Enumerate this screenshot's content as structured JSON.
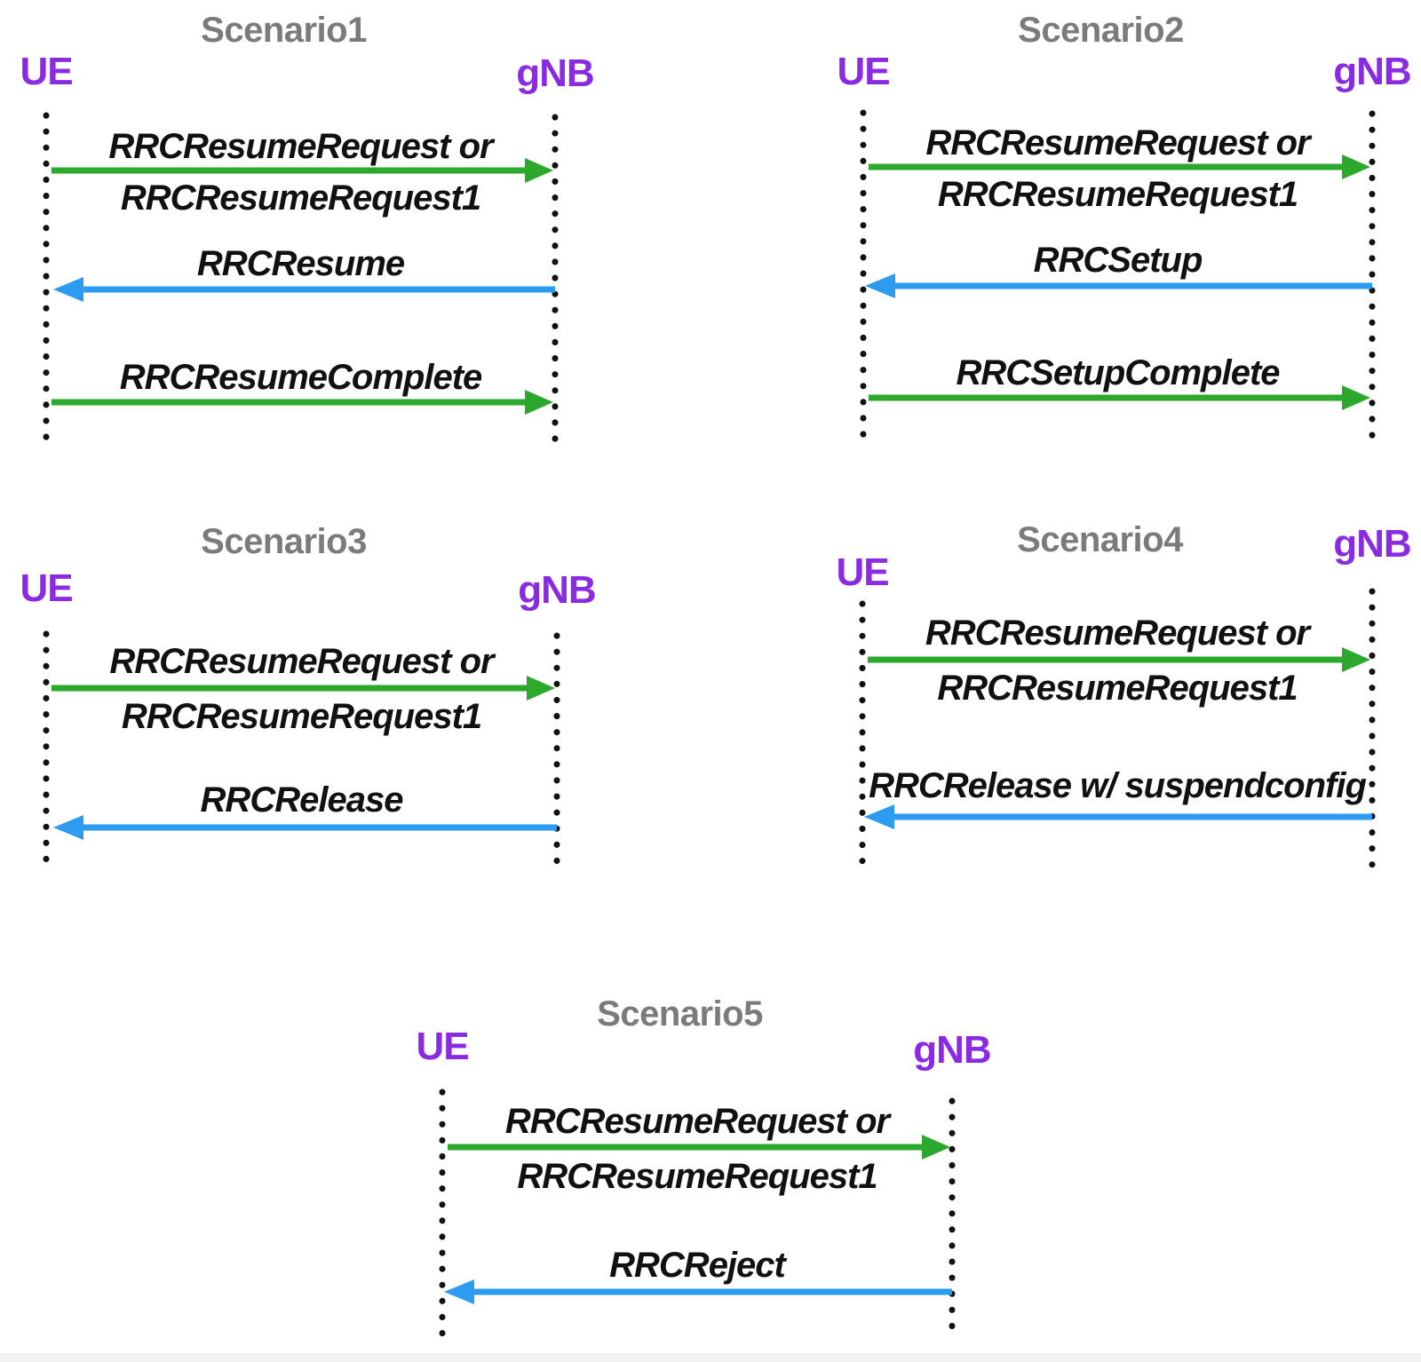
{
  "colors": {
    "arrow-green": "#2CA82C",
    "arrow-blue": "#2D9BF0",
    "actor-purple": "#8A2BE2",
    "title-gray": "#7B7B7B",
    "text-black": "#111111"
  },
  "scenarios": [
    {
      "title": "Scenario1",
      "ue_label": "UE",
      "gnb_label": "gNB",
      "messages": [
        {
          "line1": "RRCResumeRequest or",
          "line2": "RRCResumeRequest1",
          "from": "UE",
          "to": "gNB",
          "color": "green"
        },
        {
          "line1": "RRCResume",
          "from": "gNB",
          "to": "UE",
          "color": "blue"
        },
        {
          "line1": "RRCResumeComplete",
          "from": "UE",
          "to": "gNB",
          "color": "green"
        }
      ]
    },
    {
      "title": "Scenario2",
      "ue_label": "UE",
      "gnb_label": "gNB",
      "messages": [
        {
          "line1": "RRCResumeRequest or",
          "line2": "RRCResumeRequest1",
          "from": "UE",
          "to": "gNB",
          "color": "green"
        },
        {
          "line1": "RRCSetup",
          "from": "gNB",
          "to": "UE",
          "color": "blue"
        },
        {
          "line1": "RRCSetupComplete",
          "from": "UE",
          "to": "gNB",
          "color": "green"
        }
      ]
    },
    {
      "title": "Scenario3",
      "ue_label": "UE",
      "gnb_label": "gNB",
      "messages": [
        {
          "line1": "RRCResumeRequest or",
          "line2": "RRCResumeRequest1",
          "from": "UE",
          "to": "gNB",
          "color": "green"
        },
        {
          "line1": "RRCRelease",
          "from": "gNB",
          "to": "UE",
          "color": "blue"
        }
      ]
    },
    {
      "title": "Scenario4",
      "ue_label": "UE",
      "gnb_label": "gNB",
      "messages": [
        {
          "line1": "RRCResumeRequest or",
          "line2": "RRCResumeRequest1",
          "from": "UE",
          "to": "gNB",
          "color": "green"
        },
        {
          "line1": "RRCRelease w/ suspendconfig",
          "from": "gNB",
          "to": "UE",
          "color": "blue"
        }
      ]
    },
    {
      "title": "Scenario5",
      "ue_label": "UE",
      "gnb_label": "gNB",
      "messages": [
        {
          "line1": "RRCResumeRequest or",
          "line2": "RRCResumeRequest1",
          "from": "UE",
          "to": "gNB",
          "color": "green"
        },
        {
          "line1": "RRCReject",
          "from": "gNB",
          "to": "UE",
          "color": "blue"
        }
      ]
    }
  ]
}
